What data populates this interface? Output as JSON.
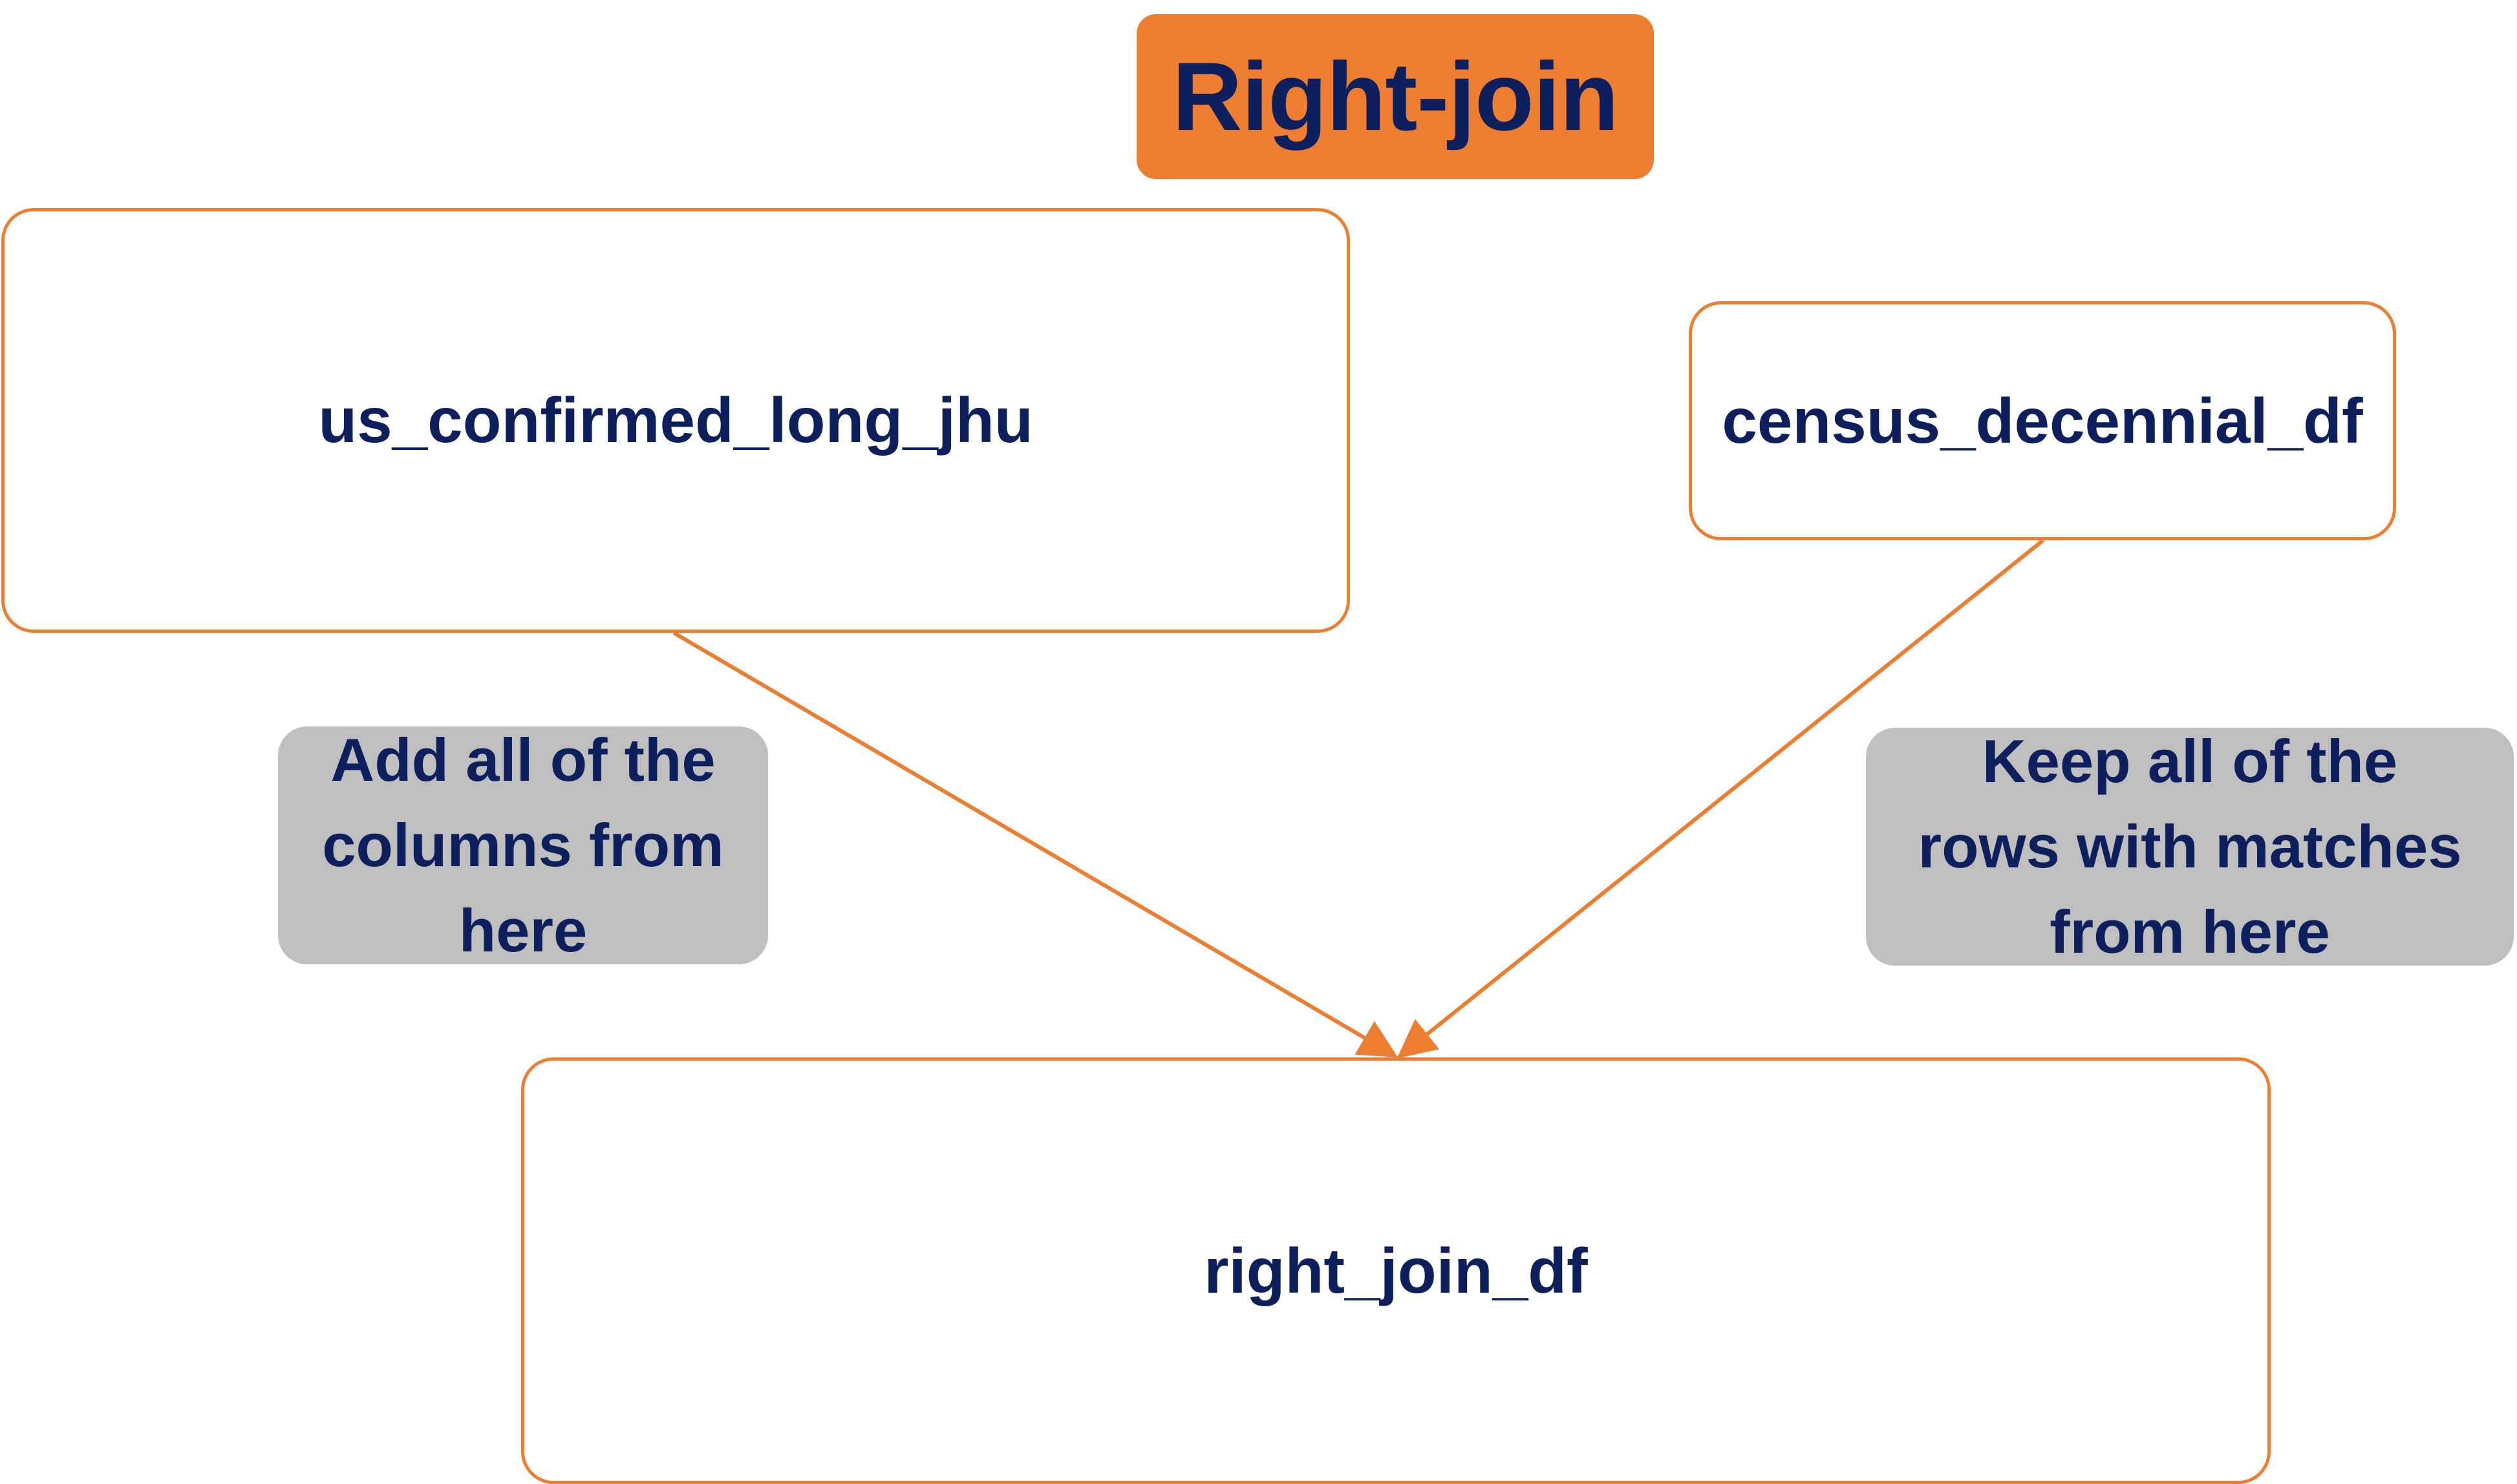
{
  "title": "Right-join",
  "nodes": {
    "left": "us_confirmed_long_jhu",
    "right": "census_decennial_df",
    "result": "right_join_df"
  },
  "notes": {
    "left": [
      "Add all of the",
      "columns from",
      "here"
    ],
    "right": [
      "Keep all of the",
      "rows with matches",
      "from here"
    ]
  },
  "colors": {
    "accent": "#ed7d31",
    "text": "#0d1f5c",
    "note_bg": "#bfbfbf"
  }
}
